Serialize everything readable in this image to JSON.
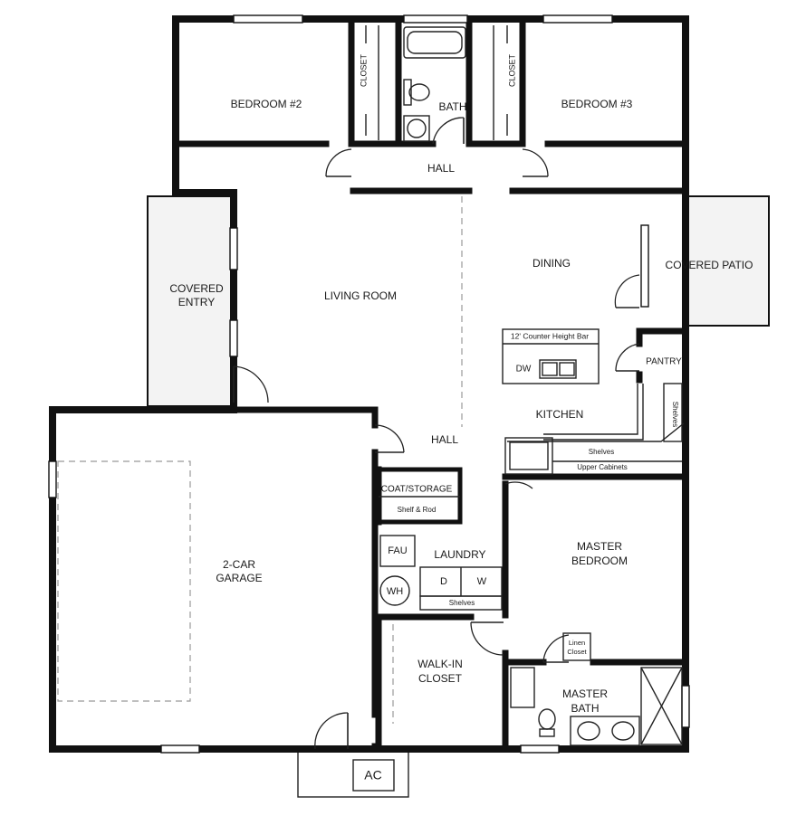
{
  "rooms": {
    "bedroom2": "BEDROOM #2",
    "bedroom3": "BEDROOM #3",
    "closet_left": "CLOSET",
    "closet_right": "CLOSET",
    "bath": "BATH",
    "hall_top": "HALL",
    "covered_entry": [
      "COVERED",
      "ENTRY"
    ],
    "living_room": "LIVING ROOM",
    "dining": "DINING",
    "covered_patio": "COVERED PATIO",
    "kitchen": "KITCHEN",
    "pantry": "PANTRY",
    "hall_mid": "HALL",
    "garage": [
      "2-CAR",
      "GARAGE"
    ],
    "coat_storage": "COAT/STORAGE",
    "laundry": "LAUNDRY",
    "master_bedroom": [
      "MASTER",
      "BEDROOM"
    ],
    "walk_in_closet": [
      "WALK-IN",
      "CLOSET"
    ],
    "master_bath": [
      "MASTER",
      "BATH"
    ]
  },
  "fixtures": {
    "counter_bar": "12' Counter Height Bar",
    "dw": "DW",
    "shelves_vertical": "Shelves",
    "shelves_kitchen": "Shelves",
    "upper_cabinets": "Upper Cabinets",
    "shelf_rod": "Shelf & Rod",
    "fau": "FAU",
    "wh": "WH",
    "dryer": "D",
    "washer": "W",
    "shelves_laundry": "Shelves",
    "linen_closet": [
      "Linen",
      "Closet"
    ],
    "ac": "AC"
  }
}
